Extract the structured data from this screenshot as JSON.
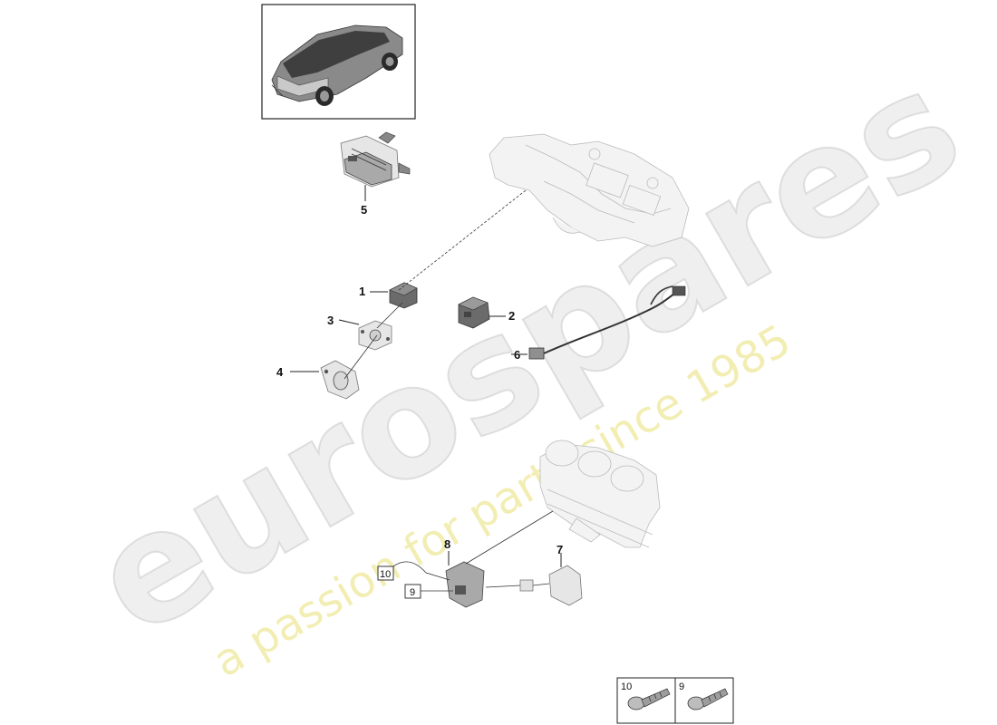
{
  "watermark": {
    "brand": "eurospares",
    "tagline": "a passion for parts since 1985"
  },
  "callouts": {
    "c1": "1",
    "c2": "2",
    "c3": "3",
    "c4": "4",
    "c5": "5",
    "c6": "6",
    "c7": "7",
    "c8": "8",
    "c9": "9",
    "c10": "10"
  },
  "legend": {
    "first": "10",
    "second": "9"
  }
}
